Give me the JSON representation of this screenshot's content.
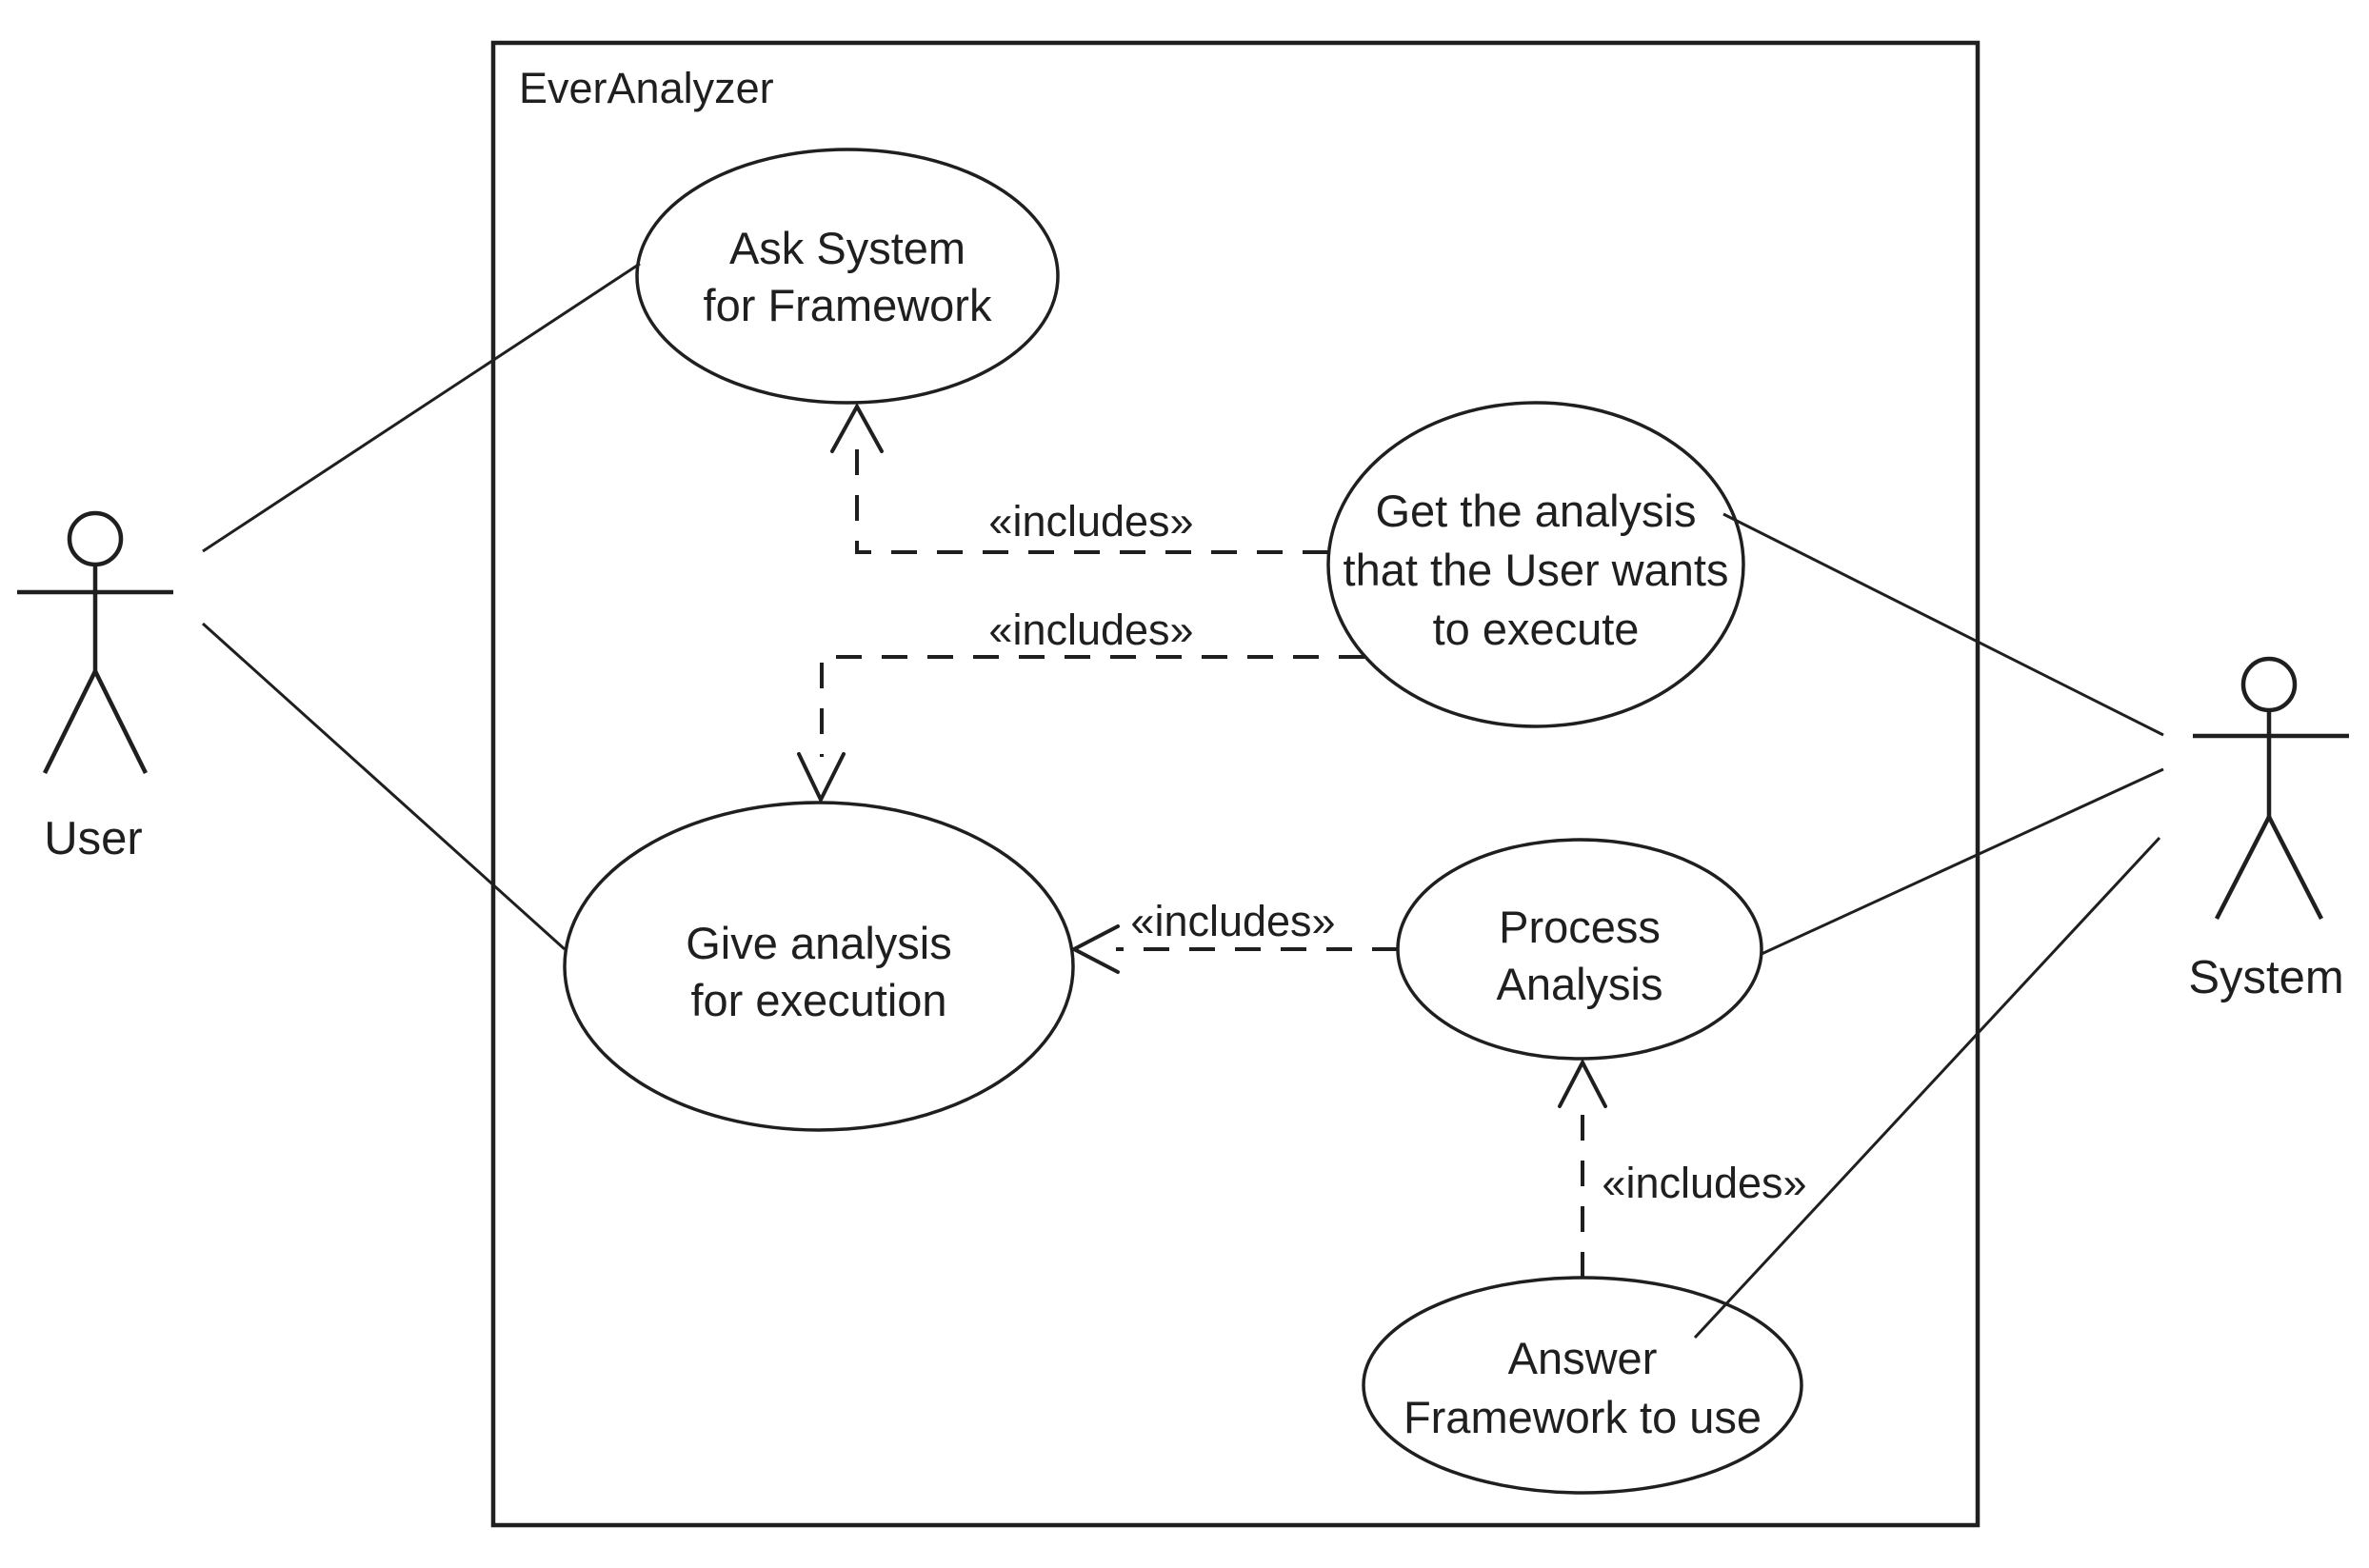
{
  "diagram": {
    "type": "uml-use-case-diagram",
    "colors": {
      "stroke": "#1f1f1f",
      "background": "#ffffff"
    },
    "system_boundary": {
      "title": "EverAnalyzer"
    },
    "actors": {
      "user": {
        "label": "User"
      },
      "system": {
        "label": "System"
      }
    },
    "use_cases": {
      "ask_framework": {
        "lines": [
          "Ask System",
          "for Framework"
        ]
      },
      "get_analysis": {
        "lines": [
          "Get the analysis",
          "that the User wants",
          "to execute"
        ]
      },
      "give_analysis": {
        "lines": [
          "Give analysis",
          "for execution"
        ]
      },
      "process_analysis": {
        "lines": [
          "Process",
          "Analysis"
        ]
      },
      "answer_framework": {
        "lines": [
          "Answer",
          "Framework to use"
        ]
      }
    },
    "includes": {
      "get_to_ask": {
        "label": "«includes»",
        "from": "get_analysis",
        "to": "ask_framework"
      },
      "get_to_give": {
        "label": "«includes»",
        "from": "get_analysis",
        "to": "give_analysis"
      },
      "process_to_give": {
        "label": "«includes»",
        "from": "process_analysis",
        "to": "give_analysis"
      },
      "answer_to_process": {
        "label": "«includes»",
        "from": "answer_framework",
        "to": "process_analysis"
      }
    },
    "associations": [
      {
        "from": "user",
        "to": "ask_framework"
      },
      {
        "from": "user",
        "to": "give_analysis"
      },
      {
        "from": "get_analysis",
        "to": "system"
      },
      {
        "from": "process_analysis",
        "to": "system"
      },
      {
        "from": "answer_framework",
        "to": "system"
      }
    ]
  }
}
